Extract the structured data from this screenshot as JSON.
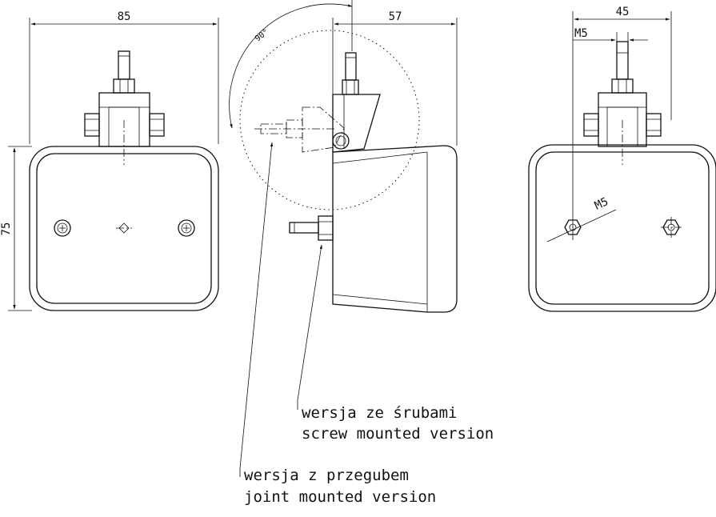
{
  "dimensions": {
    "front_width": "85",
    "front_height": "75",
    "side_depth": "57",
    "joint_angle": "90°",
    "back_spacing": "45",
    "bolt_top": "M5",
    "bolt_nut": "M5"
  },
  "labels": {
    "screw_pl": "wersja ze śrubami",
    "screw_en": "screw mounted version",
    "joint_pl": "wersja z przegubem",
    "joint_en": "joint mounted version"
  }
}
